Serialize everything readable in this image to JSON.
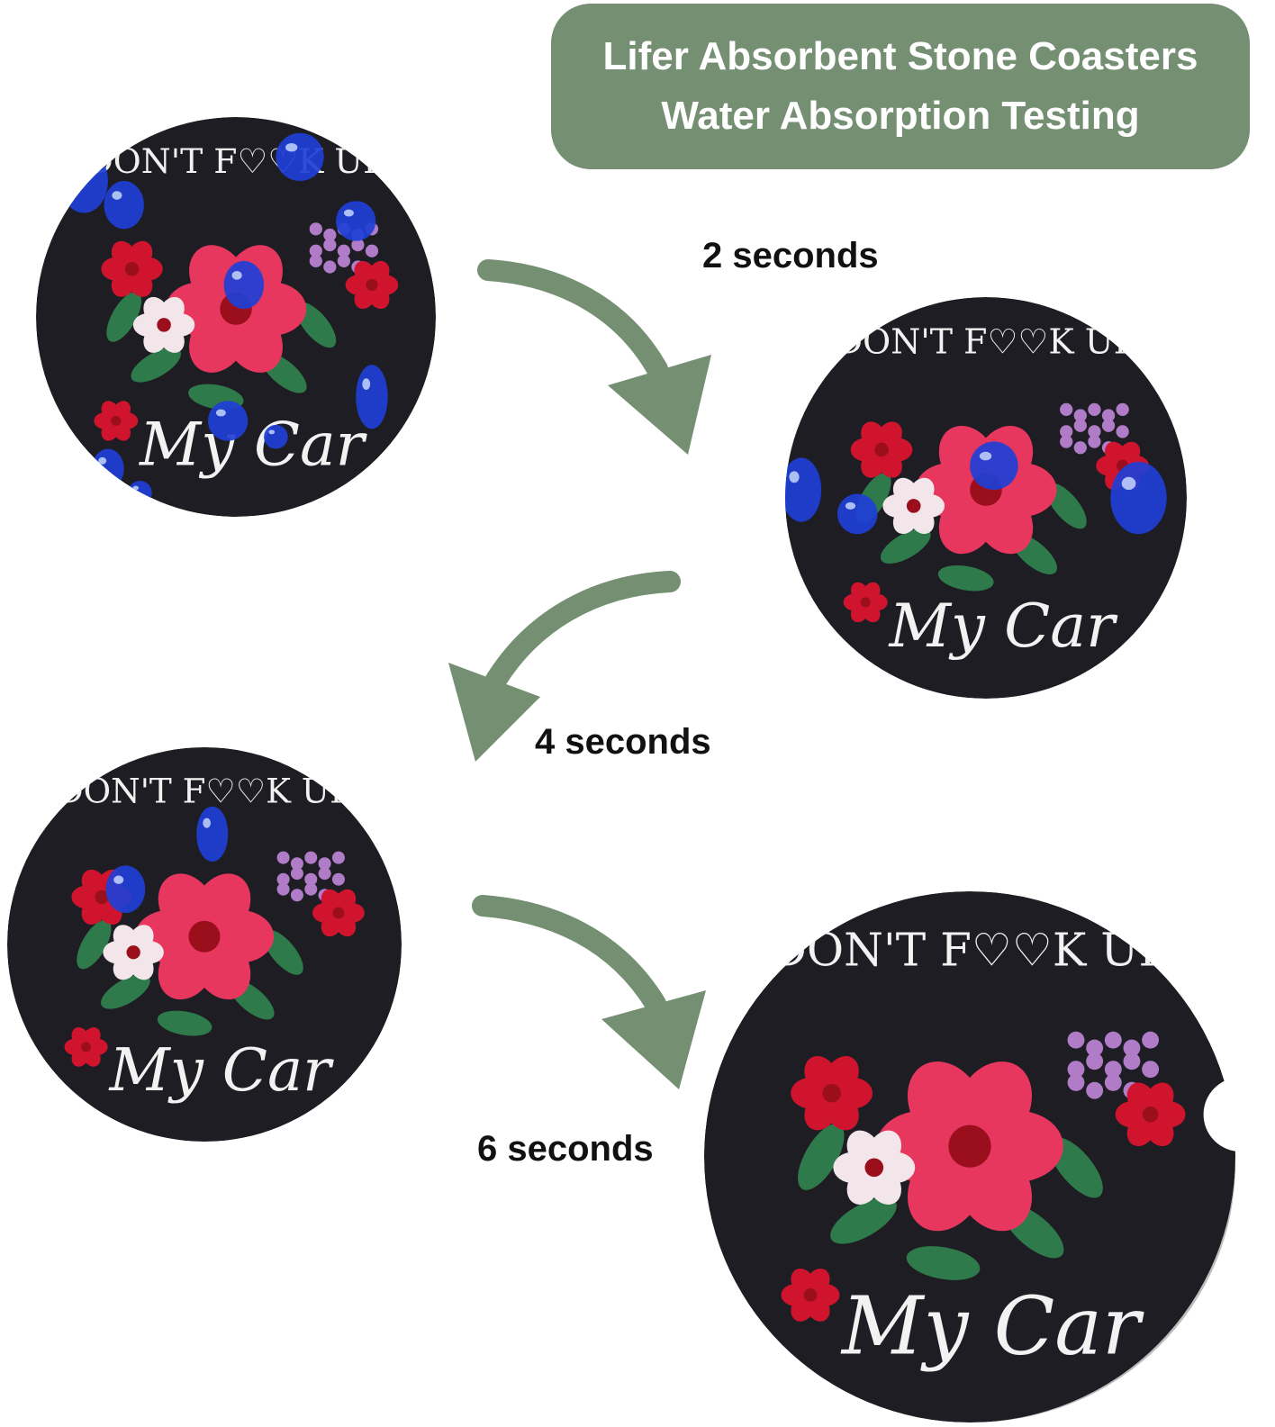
{
  "header": {
    "line1": "Lifer Absorbent Stone Coasters",
    "line2": "Water Absorption Testing"
  },
  "steps": [
    {
      "label": "2 seconds"
    },
    {
      "label": "4 seconds"
    },
    {
      "label": "6 seconds"
    }
  ],
  "coaster_print": {
    "top_text": "DON'T F♡♡K UP",
    "bottom_text": "My Car"
  },
  "colors": {
    "header_bg": "#758f72",
    "arrow": "#758f72",
    "coaster_bg": "#1e1d23",
    "water_drop": "#1e3fd6",
    "flower_pink": "#e8375f",
    "flower_red": "#d0142e",
    "leaf": "#2f7a4a",
    "lilac": "#b07cc8"
  },
  "icons": [
    "curved-arrow-right-icon",
    "curved-arrow-left-icon",
    "curved-arrow-right-icon"
  ]
}
